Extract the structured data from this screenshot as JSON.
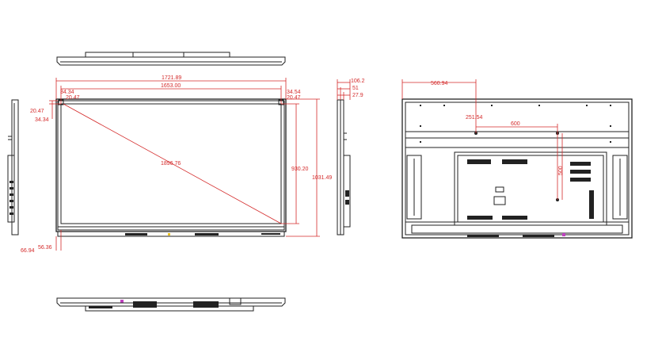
{
  "dimensions": {
    "overall_width": "1721.89",
    "screen_width": "1653.00",
    "diagonal": "1896.76",
    "screen_height": "930.20",
    "overall_height": "1031.49",
    "left_top_h": "34.34",
    "left_top_v": "20.47",
    "left_top_h2": "20.47",
    "left_top_v2": "34.34",
    "right_top_h": "34.54",
    "right_top_v": "20.47",
    "bottom_left": "66.94",
    "bottom_right": "56.36",
    "depth_total": "106.2",
    "depth_mid": "51",
    "depth_thin": "27.9",
    "rear_offset_x": "560.94",
    "rear_offset_y": "251.54",
    "vesa_h": "600",
    "vesa_v": "500"
  },
  "colors": {
    "line": "#222222",
    "dimension": "#d42a2a",
    "accent": "#c040c0",
    "indicator": "#e8c020"
  }
}
